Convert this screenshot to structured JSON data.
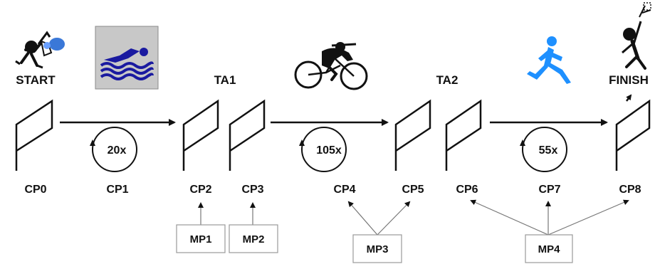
{
  "stages": {
    "start": "START",
    "ta1": "TA1",
    "ta2": "TA2",
    "finish": "FINISH"
  },
  "checkpoints": [
    "CP0",
    "CP1",
    "CP2",
    "CP3",
    "CP4",
    "CP5",
    "CP6",
    "CP7",
    "CP8"
  ],
  "loops": {
    "swim": "20x",
    "bike": "105x",
    "run": "55x"
  },
  "measure_points": [
    "MP1",
    "MP2",
    "MP3",
    "MP4"
  ],
  "icons": {
    "start": "start-figure-icon",
    "swim": "swimming-icon",
    "bike": "cycling-icon",
    "run": "running-icon",
    "finish": "finish-figure-icon"
  },
  "colors": {
    "line": "#111111",
    "swim_bg": "#c8c8c8",
    "swim_blue": "#1a1aa0",
    "runner_blue": "#1e90ff",
    "mp_border": "#999999"
  }
}
